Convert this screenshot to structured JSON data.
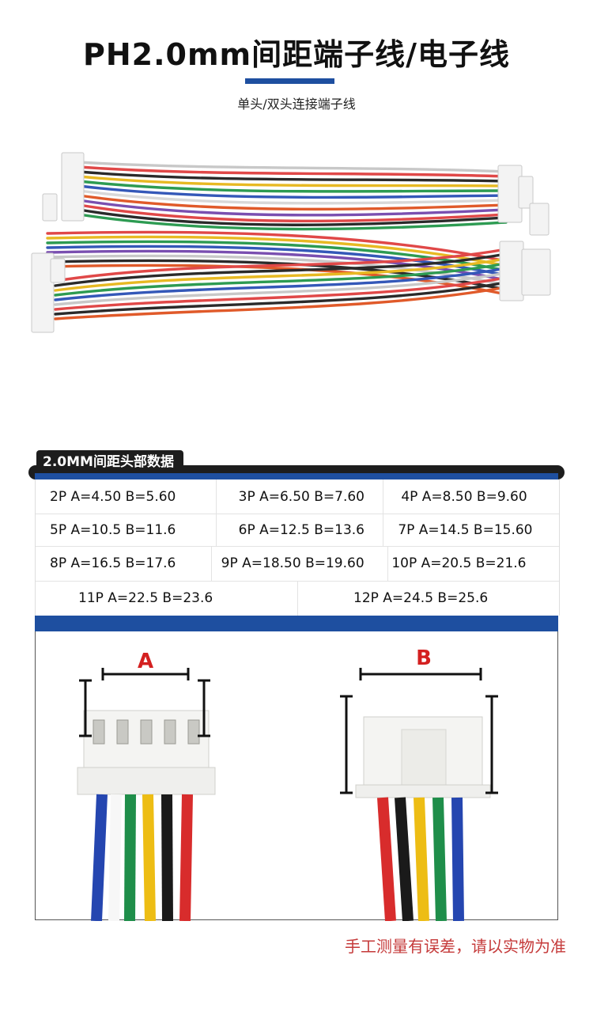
{
  "header": {
    "title": "PH2.0mm间距端子线/电子线",
    "subtitle": "单头/双头连接端子线"
  },
  "product_image": {
    "icon": "wire-harness-photo"
  },
  "spec_table": {
    "tab_label": "2.0MM间距头部数据",
    "rows": [
      [
        "2P  A=4.50  B=5.60",
        "3P  A=6.50  B=7.60",
        "4P  A=8.50  B=9.60"
      ],
      [
        "5P  A=10.5  B=11.6",
        "6P  A=12.5  B=13.6",
        "7P  A=14.5 B=15.60"
      ],
      [
        "8P A=16.5  B=17.6",
        "9P  A=18.50  B=19.60",
        "10P  A=20.5  B=21.6"
      ],
      [
        "11P  A=22.5  B=23.6",
        "12P  A=24.5  B=25.6"
      ]
    ]
  },
  "diagram": {
    "label_a": "A",
    "label_b": "B",
    "label_color": "#d42020"
  },
  "footnote": "手工测量有误差，请以实物为准",
  "colors": {
    "accent_blue": "#1e4fa0",
    "dark": "#1d1d1d",
    "footnote_red": "#c53a3a"
  }
}
